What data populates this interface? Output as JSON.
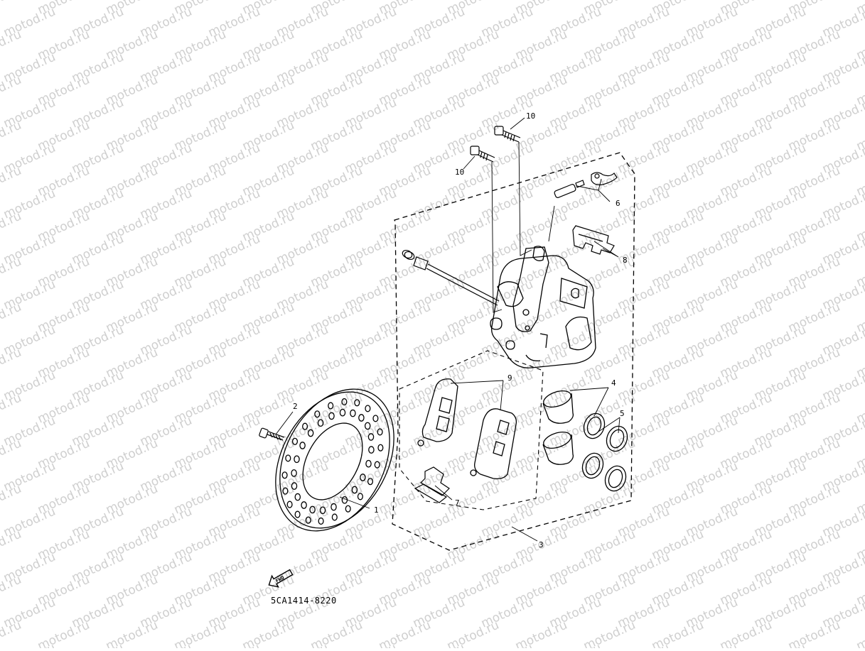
{
  "watermark_text": "motod.ru",
  "diagram_code": "5CA1414-8220",
  "fwd_label": "FWD",
  "callouts": {
    "disc": "1",
    "disc_bolt": "2",
    "caliper_assembly": "3",
    "piston": "4",
    "seal_kit": "5",
    "bleed_screw": "6",
    "pad_support": "7",
    "pad_spring": "8",
    "pad_kit": "9",
    "bolt_upper": "10",
    "bolt_lower": "10"
  },
  "colors": {
    "line": "#000000",
    "watermark": "#cfcfcf",
    "background": "#ffffff"
  }
}
